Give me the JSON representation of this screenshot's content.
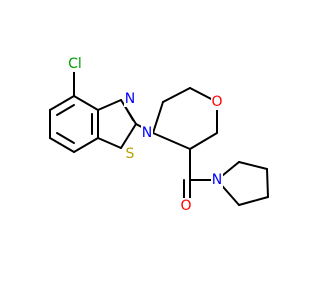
{
  "molecule": {
    "atoms": {
      "Cl": {
        "label": "Cl",
        "color": "#00a000"
      },
      "N_thiazole": {
        "label": "N",
        "color": "#0000ff"
      },
      "S": {
        "label": "S",
        "color": "#b5a100"
      },
      "N_morpholine": {
        "label": "N",
        "color": "#0000ff"
      },
      "O_morpholine": {
        "label": "O",
        "color": "#ff0000"
      },
      "N_pyrrolidine": {
        "label": "N",
        "color": "#0000ff"
      },
      "O_carbonyl": {
        "label": "O",
        "color": "#ff0000"
      }
    }
  }
}
